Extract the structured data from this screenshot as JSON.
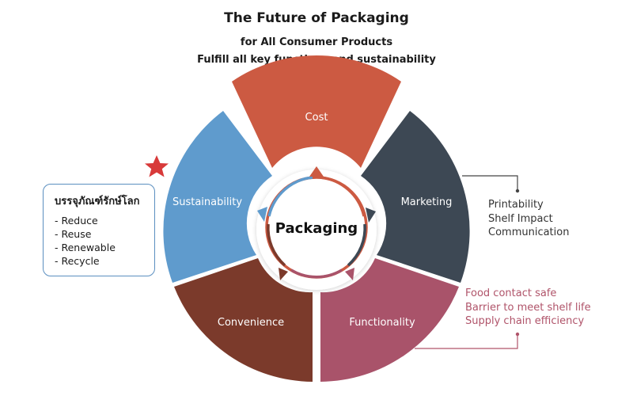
{
  "header": {
    "title": "The Future of Packaging",
    "subtitle": "for All Consumer Products",
    "tagline": "Fulfill all key functions and sustainability"
  },
  "wheel": {
    "center": "Packaging",
    "segments": [
      {
        "key": "cost",
        "label": "Cost",
        "color": "#cc5a42"
      },
      {
        "key": "marketing",
        "label": "Marketing",
        "color": "#3d4854"
      },
      {
        "key": "functionality",
        "label": "Functionality",
        "color": "#a9536a"
      },
      {
        "key": "convenience",
        "label": "Convenience",
        "color": "#7b3a2b"
      },
      {
        "key": "sustainability",
        "label": "Sustainability",
        "color": "#5f9bcd"
      }
    ]
  },
  "sustainability_box": {
    "title": "บรรจุภัณฑ์รักษ์โลก",
    "items": [
      "- Reduce",
      "- Reuse",
      "- Renewable",
      "- Recycle"
    ]
  },
  "marketing_details": [
    "Printability",
    "Shelf Impact",
    "Communication"
  ],
  "functionality_details": [
    "Food contact safe",
    "Barrier to meet shelf life",
    "Supply chain efficiency"
  ],
  "colors": {
    "star": "#d83a3a",
    "box_border": "#5b8fc0",
    "marketing_text": "#333333",
    "functionality_text": "#b0546a"
  }
}
